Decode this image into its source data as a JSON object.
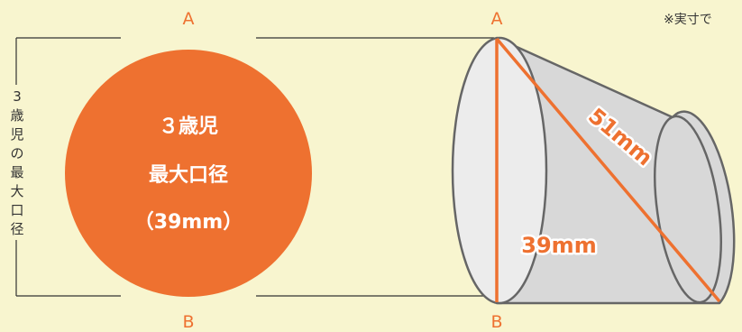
{
  "labels": {
    "top_left": "A",
    "bottom_left": "B",
    "top_right": "A",
    "bottom_right": "B"
  },
  "note": "※実寸で",
  "vertical_label": "3歳児の最大口径",
  "circle": {
    "line1": "３歳児",
    "line2": "最大口径",
    "line3": "（39mm）"
  },
  "dimensions": {
    "diagonal": "51mm",
    "diameter": "39mm"
  },
  "colors": {
    "background": "#f8f5cf",
    "accent_orange": "#ee7130",
    "cylinder_fill": "#d8d8d8",
    "outline": "#666666",
    "guide_line": "#333333"
  }
}
